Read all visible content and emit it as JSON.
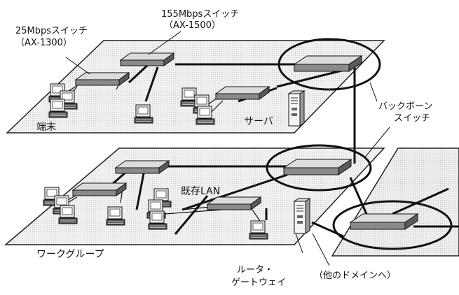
{
  "labels": {
    "switch_155_name": "155Mbpsスイッチ",
    "switch_155_model": "（AX-1500）",
    "switch_25_name": "25Mbpsスイッチ",
    "switch_25_model": "（AX-1300）",
    "terminal": "端末",
    "server": "サーバ",
    "backbone_line1": "バックボーン",
    "backbone_line2": "スイッチ",
    "existing_lan": "既存LAN",
    "workgroup": "ワークグループ",
    "router_line1": "ルータ・",
    "router_line2": "ゲートウェイ",
    "other_domain": "（他のドメインへ）"
  }
}
